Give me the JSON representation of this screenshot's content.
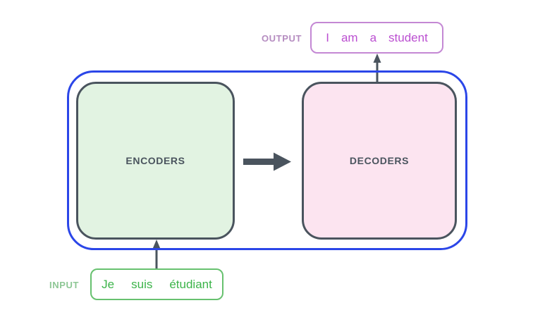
{
  "diagram": {
    "title": "transformer-encoder-decoder-overview",
    "output": {
      "label": "OUTPUT",
      "tokens": [
        "I",
        "am",
        "a",
        "student"
      ]
    },
    "input": {
      "label": "INPUT",
      "tokens": [
        "Je",
        "suis",
        "étudiant"
      ]
    },
    "encoders": {
      "label": "ENCODERS"
    },
    "decoders": {
      "label": "DECODERS"
    }
  },
  "colors": {
    "container_border": "#2b46e8",
    "block_border": "#4a545e",
    "block_text": "#4a545e",
    "encoders_fill": "#e2f3e2",
    "decoders_fill": "#fce4f0",
    "arrow": "#4a545e",
    "output_box_border": "#c488d4",
    "output_text": "#bb4fd1",
    "output_label": "#b58cc0",
    "input_box_border": "#67c16f",
    "input_text": "#3cb44a",
    "input_label": "#8ec795",
    "background": "#ffffff"
  }
}
